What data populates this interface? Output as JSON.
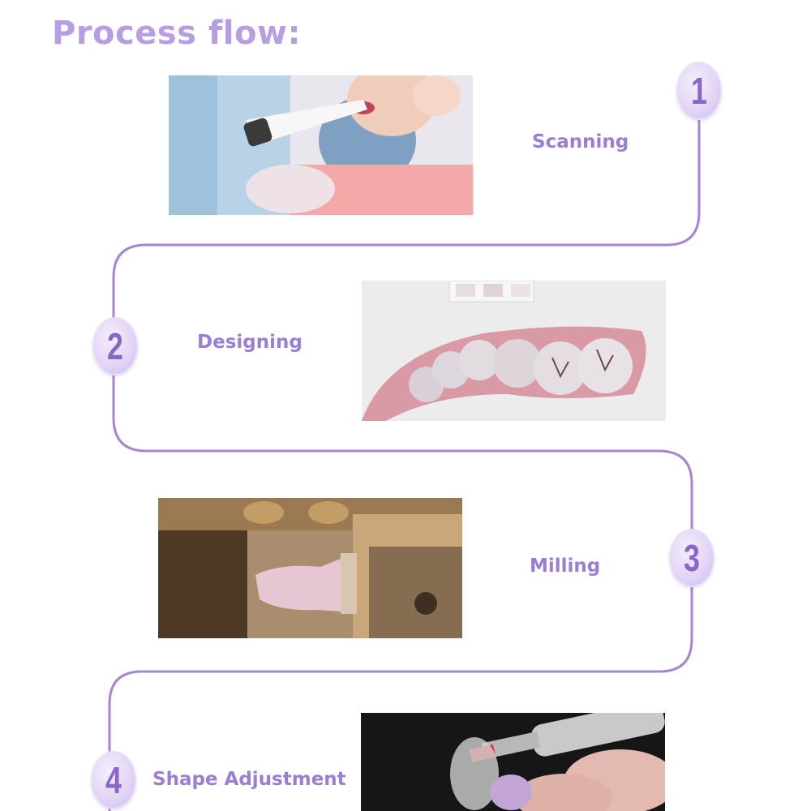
{
  "page": {
    "title": "Process flow:"
  },
  "steps": [
    {
      "number": "1",
      "label": "Scanning",
      "image": "intraoral-scan-photo"
    },
    {
      "number": "2",
      "label": "Designing",
      "image": "digital-dental-model-photo"
    },
    {
      "number": "3",
      "label": "Milling",
      "image": "milling-machine-photo"
    },
    {
      "number": "4",
      "label": "Shape Adjustment",
      "image": "crown-polishing-photo"
    }
  ],
  "colors": {
    "accent": "#9a7ed4",
    "path": "#a485d6",
    "title": "#b79ee3"
  }
}
